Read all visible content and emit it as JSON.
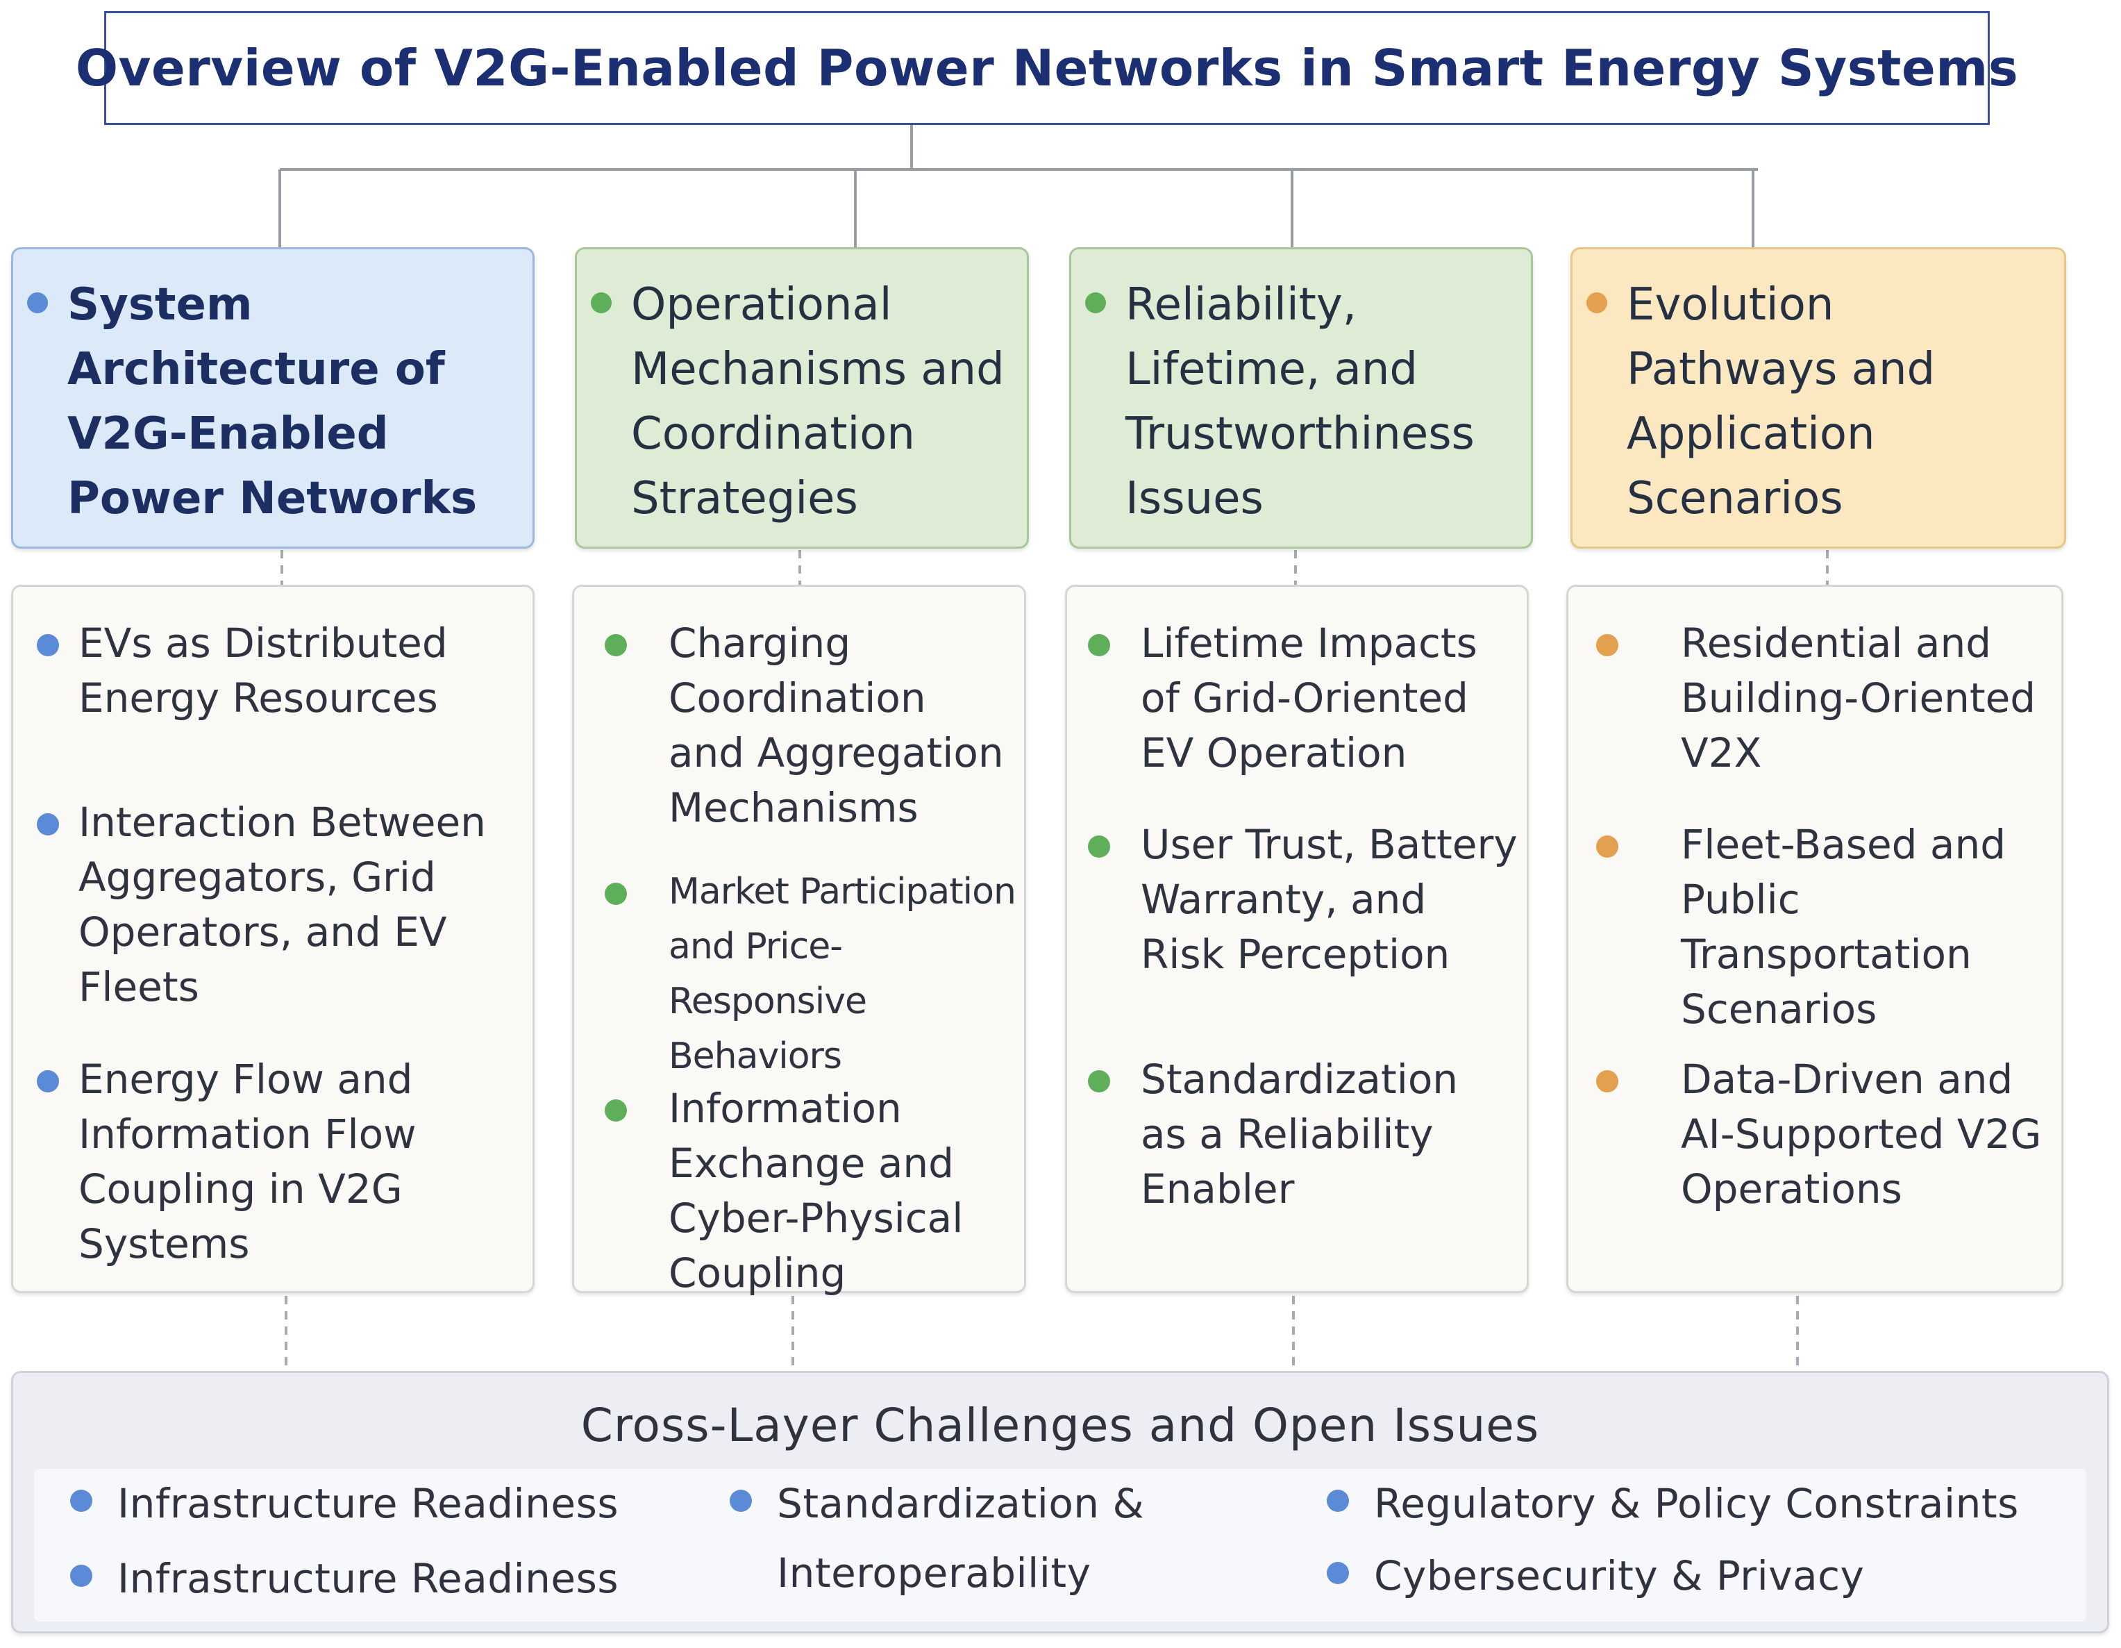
{
  "title": "Overview of V2G-Enabled Power Networks in Smart Energy Systems",
  "colors": {
    "blue_fill": "#dbe9f8",
    "blue_border": "#9ab8e0",
    "blue_dot": "#5b8bd6",
    "green_fill": "#deecd5",
    "green_border": "#a9c79a",
    "green_dot": "#5fae5a",
    "yellow_fill": "#fbe8c0",
    "yellow_border": "#e8c786",
    "orange_dot": "#e3a04f",
    "title_border": "#3a4fa0",
    "connector": "#9a9ca3"
  },
  "columns": [
    {
      "title": [
        "System",
        "Architecture of",
        "V2G-Enabled",
        "Power Networks"
      ],
      "items": [
        {
          "lines": [
            "EVs as Distributed",
            "Energy Resources"
          ]
        },
        {
          "lines": [
            "Interaction Between",
            "Aggregators, Grid",
            "Operators, and EV",
            "Fleets"
          ]
        },
        {
          "lines": [
            "Energy Flow and",
            "Information Flow",
            "Coupling in V2G",
            "Systems"
          ]
        }
      ]
    },
    {
      "title": [
        "Operational",
        "Mechanisms and",
        "Coordination",
        "Strategies"
      ],
      "items": [
        {
          "lines": [
            "Charging",
            "Coordination",
            "and Aggregation",
            "Mechanisms"
          ]
        },
        {
          "lines": [
            "Market Participation",
            "and Price-Responsive",
            "Behaviors"
          ]
        },
        {
          "lines": [
            "Information",
            "Exchange and",
            "Cyber-Physical",
            "Coupling"
          ]
        }
      ]
    },
    {
      "title": [
        "Reliability,",
        "Lifetime, and",
        "Trustworthiness",
        "Issues"
      ],
      "items": [
        {
          "lines": [
            "Lifetime Impacts",
            "of Grid-Oriented",
            "EV Operation"
          ]
        },
        {
          "lines": [
            "User Trust, Battery",
            "Warranty, and",
            "Risk Perception"
          ]
        },
        {
          "lines": [
            "Standardization",
            "as a Reliability",
            "Enabler"
          ]
        }
      ]
    },
    {
      "title": [
        "Evolution",
        "Pathways and",
        "Application",
        "Scenarios"
      ],
      "items": [
        {
          "lines": [
            "Residential and",
            "Building-Oriented",
            "V2X"
          ]
        },
        {
          "lines": [
            "Fleet-Based and",
            "Public",
            "Transportation",
            "Scenarios"
          ]
        },
        {
          "lines": [
            "Data-Driven and",
            "AI-Supported V2G",
            "Operations"
          ]
        }
      ]
    }
  ],
  "challenges": {
    "title": "Cross-Layer Challenges and Open Issues",
    "items": [
      [
        "Infrastructure Readiness"
      ],
      [
        "Infrastructure Readiness"
      ],
      [
        "Standardization &",
        "Interoperability"
      ],
      [
        "Regulatory & Policy Constraints"
      ],
      [
        "Cybersecurity & Privacy"
      ]
    ]
  }
}
